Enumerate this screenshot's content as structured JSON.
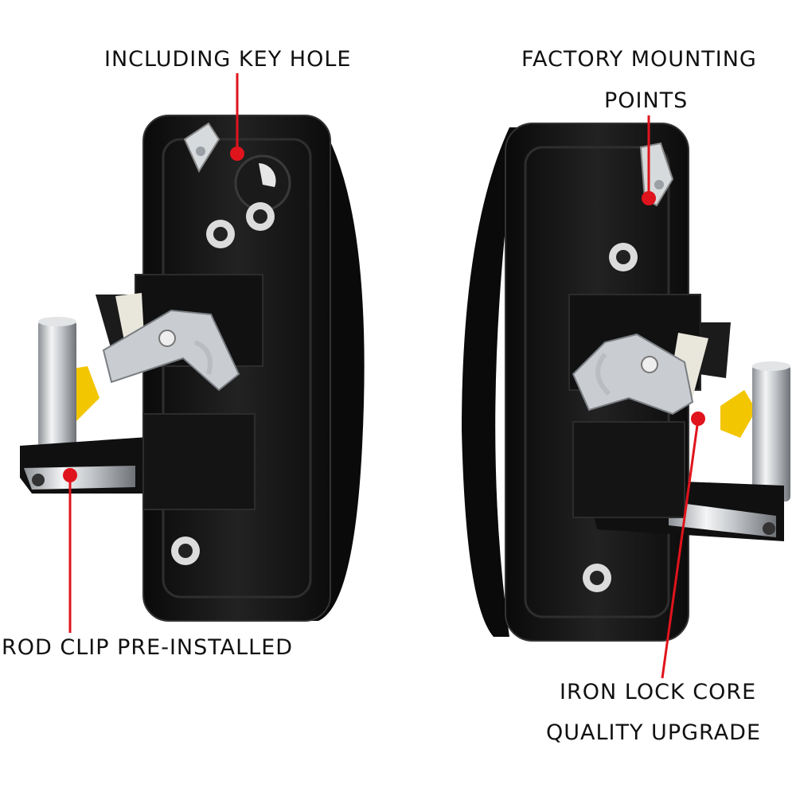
{
  "annotations": {
    "key_hole": "INCLUDING KEY HOLE",
    "mounting_line1": "FACTORY MOUNTING",
    "mounting_line2": "POINTS",
    "rod_clip": "ROD CLIP PRE-INSTALLED",
    "lock_core_line1": "IRON LOCK CORE",
    "lock_core_line2": "QUALITY UPGRADE"
  },
  "colors": {
    "background": "#ffffff",
    "callout_red": "#e0141c",
    "handle_body": "#141414",
    "metal": "#c9ccd0",
    "clip_yellow": "#f2c600",
    "nylon": "#e9e6dc"
  },
  "icons": {
    "left_product": "door-handle-photo",
    "right_product": "door-handle-photo"
  }
}
